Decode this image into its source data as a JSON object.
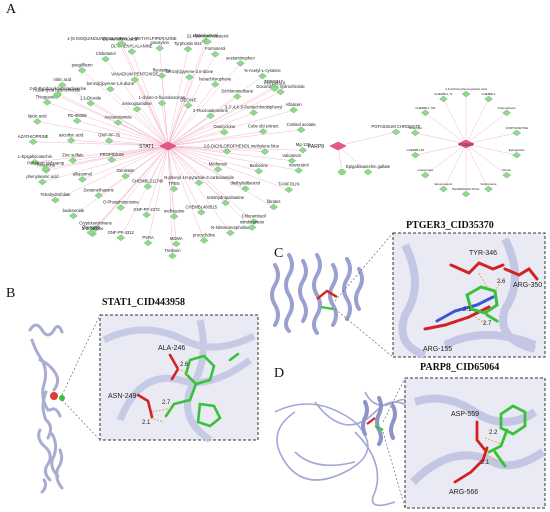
{
  "panels": {
    "a": {
      "letter": "A",
      "network": {
        "hubs": [
          {
            "id": "STAT1",
            "label": "STAT1"
          },
          {
            "id": "PARP8",
            "label": "PARP8"
          },
          {
            "id": "PTGER3",
            "label": "PTGER3"
          }
        ],
        "nodes": [
          {
            "label": "Metformin",
            "hub": "STAT1"
          },
          {
            "label": "N-phenyl-1H-pyrazole-3-carboxamide",
            "hub": "STAT1"
          },
          {
            "label": "TPEN",
            "hub": "STAT1"
          },
          {
            "label": "CHEMBL211740",
            "hub": "STAT1"
          },
          {
            "label": "Genistein",
            "hub": "STAT1"
          },
          {
            "label": "PROPIDIUM",
            "hub": "STAT1"
          },
          {
            "label": "GNF-PF-76",
            "hub": "STAT1"
          },
          {
            "label": "Acetazolamide",
            "hub": "STAT1"
          },
          {
            "label": "aminoguanidine",
            "hub": "STAT1"
          },
          {
            "label": "1-chloro-2-fluorobenzene",
            "hub": "STAT1"
          },
          {
            "label": "OECINE",
            "hub": "STAT1"
          },
          {
            "label": "2-Fluoroadenosine",
            "hub": "STAT1"
          },
          {
            "label": "Oxacyclone",
            "hub": "STAT1"
          },
          {
            "label": "2,6-DICHLOROPHENOL",
            "hub": "STAT1"
          },
          {
            "label": "tetrahydropalmatine",
            "hub": "STAT1"
          },
          {
            "label": "CHEMBL460515",
            "hub": "STAT1"
          },
          {
            "label": "mefloquine",
            "hub": "STAT1"
          },
          {
            "label": "GNF-PF-2272",
            "hub": "STAT1"
          },
          {
            "label": "O-Phosphotyrosine",
            "hub": "STAT1"
          },
          {
            "label": "Dexamethasone",
            "hub": "STAT1"
          },
          {
            "label": "allopurinol",
            "hub": "STAT1"
          },
          {
            "label": "Zinc sulfate",
            "hub": "STAT1"
          },
          {
            "label": "ascorbic acid",
            "hub": "STAT1"
          },
          {
            "label": "PD-98059",
            "hub": "STAT1"
          },
          {
            "label": "1,1-Dioxide",
            "hub": "STAT1"
          },
          {
            "label": "benzo[c]pyrene-1,6-dione",
            "hub": "STAT1"
          },
          {
            "label": "VANADIUM PENTOXIDE",
            "hub": "STAT1"
          },
          {
            "label": "fluoxetine",
            "hub": "STAT1"
          },
          {
            "label": "benzo[c]pyrene-3,6-dione",
            "hub": "STAT1"
          },
          {
            "label": "hexachlorophene",
            "hub": "STAT1"
          },
          {
            "label": "Dichloromethane",
            "hub": "STAT1"
          },
          {
            "label": "3,3',4,4',5-Pentachlorobiphenyl",
            "hub": "STAT1"
          },
          {
            "label": "Cube old extract",
            "hub": "STAT1"
          },
          {
            "label": "methylene blue",
            "hub": "STAT1"
          },
          {
            "label": "Berberine",
            "hub": "STAT1"
          },
          {
            "label": "diethylstilbestrol",
            "hub": "STAT1"
          },
          {
            "label": "procyclidine",
            "hub": "STAT1"
          },
          {
            "label": "MDMA",
            "hub": "STAT1"
          },
          {
            "label": "PSRA",
            "hub": "STAT1"
          },
          {
            "label": "GNF-PF-4312",
            "hub": "STAT1"
          },
          {
            "label": "Cryptotanshinone",
            "hub": "STAT1"
          },
          {
            "label": "budesonide",
            "hub": "STAT1"
          },
          {
            "label": "Tetrahydrofolate",
            "hub": "STAT1"
          },
          {
            "label": "phenylacetic acid",
            "hub": "STAT1"
          },
          {
            "label": "POTASSIUM CHROMATE",
            "hub": "PARP8"
          },
          {
            "label": "L-Epigallocatechin",
            "hub": "STAT1"
          },
          {
            "label": "AZATHIOPRINE",
            "hub": "STAT1"
          },
          {
            "label": "lipoic acid",
            "hub": "STAT1"
          },
          {
            "label": "Thioguanine",
            "hub": "STAT1"
          },
          {
            "label": "Epigallocatechin gallate",
            "hub": "PARP8"
          },
          {
            "label": "nitric acid",
            "hub": "STAT1"
          },
          {
            "label": "ipragliflozin",
            "hub": "STAT1"
          },
          {
            "label": "Clobetasol",
            "hub": "STAT1"
          },
          {
            "label": "DL-PHENYLALANINE",
            "hub": "STAT1"
          },
          {
            "label": "pinosylvin",
            "hub": "STAT1"
          },
          {
            "label": "Tyrphostin B42",
            "hub": "STAT1"
          },
          {
            "label": "Formoterol",
            "hub": "STAT1"
          },
          {
            "label": "acetaminophen",
            "hub": "STAT1"
          },
          {
            "label": "N-Acetyl-L-cysteine",
            "hub": "STAT1"
          },
          {
            "label": "Doxorubicin hydrochloride",
            "hub": "STAT1"
          },
          {
            "label": "Aflatoxin",
            "hub": "STAT1"
          },
          {
            "label": "Cortisol acetate",
            "hub": "STAT1"
          },
          {
            "label": "Mg-132",
            "hub": "STAT1"
          },
          {
            "label": "resveratrol",
            "hub": "STAT1"
          },
          {
            "label": "TAXIFOLIN",
            "hub": "STAT1"
          },
          {
            "label": "fibrates",
            "hub": "STAT1"
          },
          {
            "label": "Chlorambucil",
            "hub": "STAT1"
          },
          {
            "label": "N-Nitrosomorpholine",
            "hub": "STAT1"
          },
          {
            "label": "2-Butanone",
            "hub": "STAT1"
          },
          {
            "label": "Rotenone",
            "hub": "STAT1"
          },
          {
            "label": "Rubomycin hydrochloride",
            "hub": "STAT1"
          },
          {
            "label": "DL-Mevalonic acid",
            "hub": "STAT1"
          },
          {
            "label": "chlorobutanol",
            "hub": "STAT1"
          },
          {
            "label": "TOBO317",
            "hub": "STAT1"
          },
          {
            "label": "Valcatecin",
            "hub": "STAT1"
          },
          {
            "label": "nitrofurantoin",
            "hub": "STAT1"
          },
          {
            "label": "Tretinoin",
            "hub": "STAT1"
          },
          {
            "label": "Quercetin",
            "hub": "STAT1"
          },
          {
            "label": "Pulmicort Nebuamp",
            "hub": "STAT1"
          },
          {
            "label": "2-Cl-Pyridoxylidenecadaverine",
            "hub": "STAT1"
          },
          {
            "label": "1-(5-ISOQUINOLINESULFONYL)-2-METHYLPIPERAZINE",
            "hub": "STAT1"
          },
          {
            "label": "22-Hydroxycholesterol",
            "hub": "STAT1"
          },
          {
            "label": "PD-169316",
            "hub": "STAT1"
          }
        ],
        "ptger3_nodes": [
          "2,6-dichlorophenoxyacetic acid",
          "CHEMBL1",
          "Indomethacin",
          "VORTIOXETINE",
          "Epinephrine",
          "IOCAL",
          "Sulprostone",
          "PHARMACEUTICAL",
          "Epoprostenol",
          "misoprostol",
          "CHEMBL135",
          "Dinoprost",
          "CHEMBL1 703",
          "CHEMBL1 71"
        ],
        "colors": {
          "node": "#8ed98a",
          "node_edge": "#5fb55a",
          "hub": "#e8578a",
          "edge": "#f3b8c9"
        }
      }
    },
    "b": {
      "letter": "B",
      "title": "STAT1_CID443958",
      "residues": [
        "ALA-246",
        "ASN-249"
      ],
      "distances": [
        "2.6",
        "2.7",
        "2.1"
      ]
    },
    "c": {
      "letter": "C",
      "title": "PTGER3_CID35370",
      "residues": [
        "TYR-346",
        "ARG-350",
        "ARG-155"
      ],
      "distances": [
        "2.6",
        "2.7",
        "2.1"
      ]
    },
    "d": {
      "letter": "D",
      "title": "PARP8_CID65064",
      "residues": [
        "ASP-559",
        "ARG-566"
      ],
      "distances": [
        "2.2",
        "2.1"
      ]
    }
  }
}
